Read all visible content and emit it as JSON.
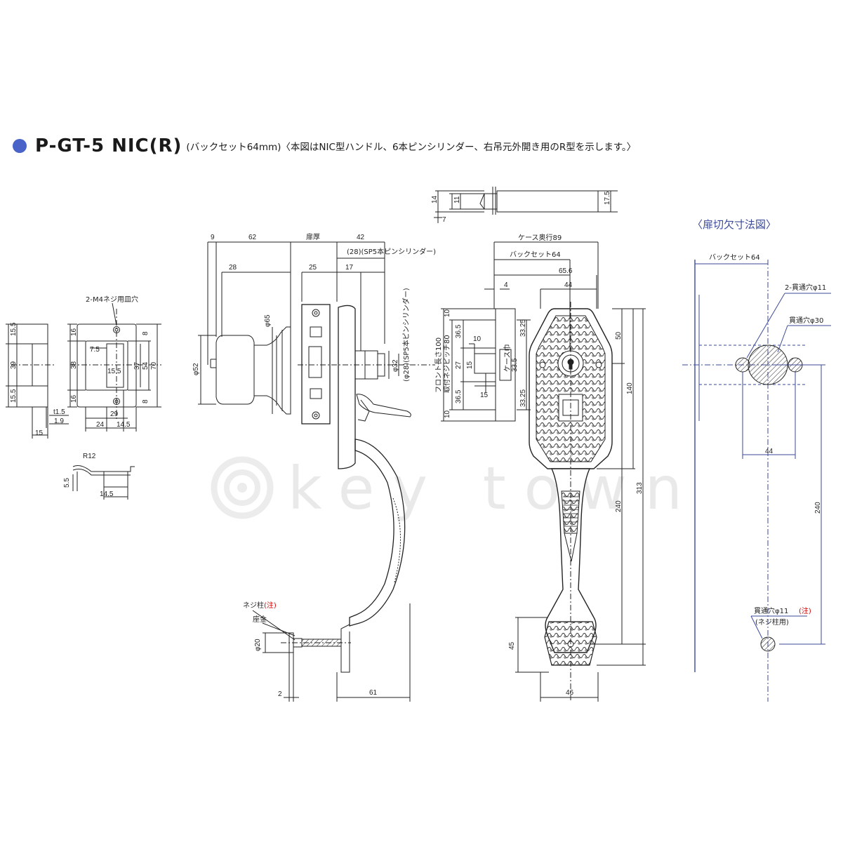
{
  "header": {
    "model": "P-GT-5 NIC(R)",
    "description": "(バックセット64mm)〈本図はNIC型ハンドル、6本ピンシリンダー、右吊元外開き用のR型を示します。〉",
    "bullet_color": "#4a63c8"
  },
  "watermark": "key town",
  "strike": {
    "label_screw_hole": "2-M4ネジ用皿穴",
    "dims": [
      "15.5",
      "39",
      "15.5",
      "16",
      "38",
      "16",
      "7.5",
      "15.5",
      "37",
      "54",
      "70",
      "8",
      "8",
      "29",
      "24",
      "14.5",
      "t1.5",
      "1.9",
      "15",
      "R12",
      "5.5",
      "14.5"
    ]
  },
  "side": {
    "dims_top": [
      "9",
      "62",
      "扉厚",
      "42",
      "28",
      "25",
      "17",
      "(28)(SP5本ピンシリンダー)"
    ],
    "dims_left": [
      "φ65",
      "φ52",
      "φ32",
      "(φ28)(SP5本ピンシリンダー)"
    ],
    "label_screw_post": "ネジ柱",
    "label_washer": "座金",
    "note_mark": "(注)",
    "dims_bottom": [
      "φ20",
      "2",
      "61"
    ]
  },
  "front": {
    "dims_top": [
      "ケース奥行89",
      "バックセット64",
      "65.6",
      "44",
      "4"
    ],
    "dims_left": [
      "フロント長さ100",
      "取付ネジピッチ80",
      "10",
      "36.5",
      "27",
      "36.5",
      "10",
      "10",
      "15",
      "15",
      "ケース巾",
      "33.5",
      "33.25",
      "33.25"
    ],
    "dims_right": [
      "50",
      "140",
      "240",
      "313"
    ],
    "dims_bottom": [
      "45",
      "46"
    ]
  },
  "door_cut": {
    "title": "〈扉切欠寸法図〉",
    "backset": "バックセット64",
    "hole_label_1": "2-貫通穴φ11",
    "hole_label_2": "貫通穴φ30",
    "dim_44": "44",
    "dim_240": "240",
    "hole_label_3": "貫通穴φ11",
    "hole_label_3_note": "(注)",
    "hole_label_3_sub": "(ネジ柱用)"
  }
}
